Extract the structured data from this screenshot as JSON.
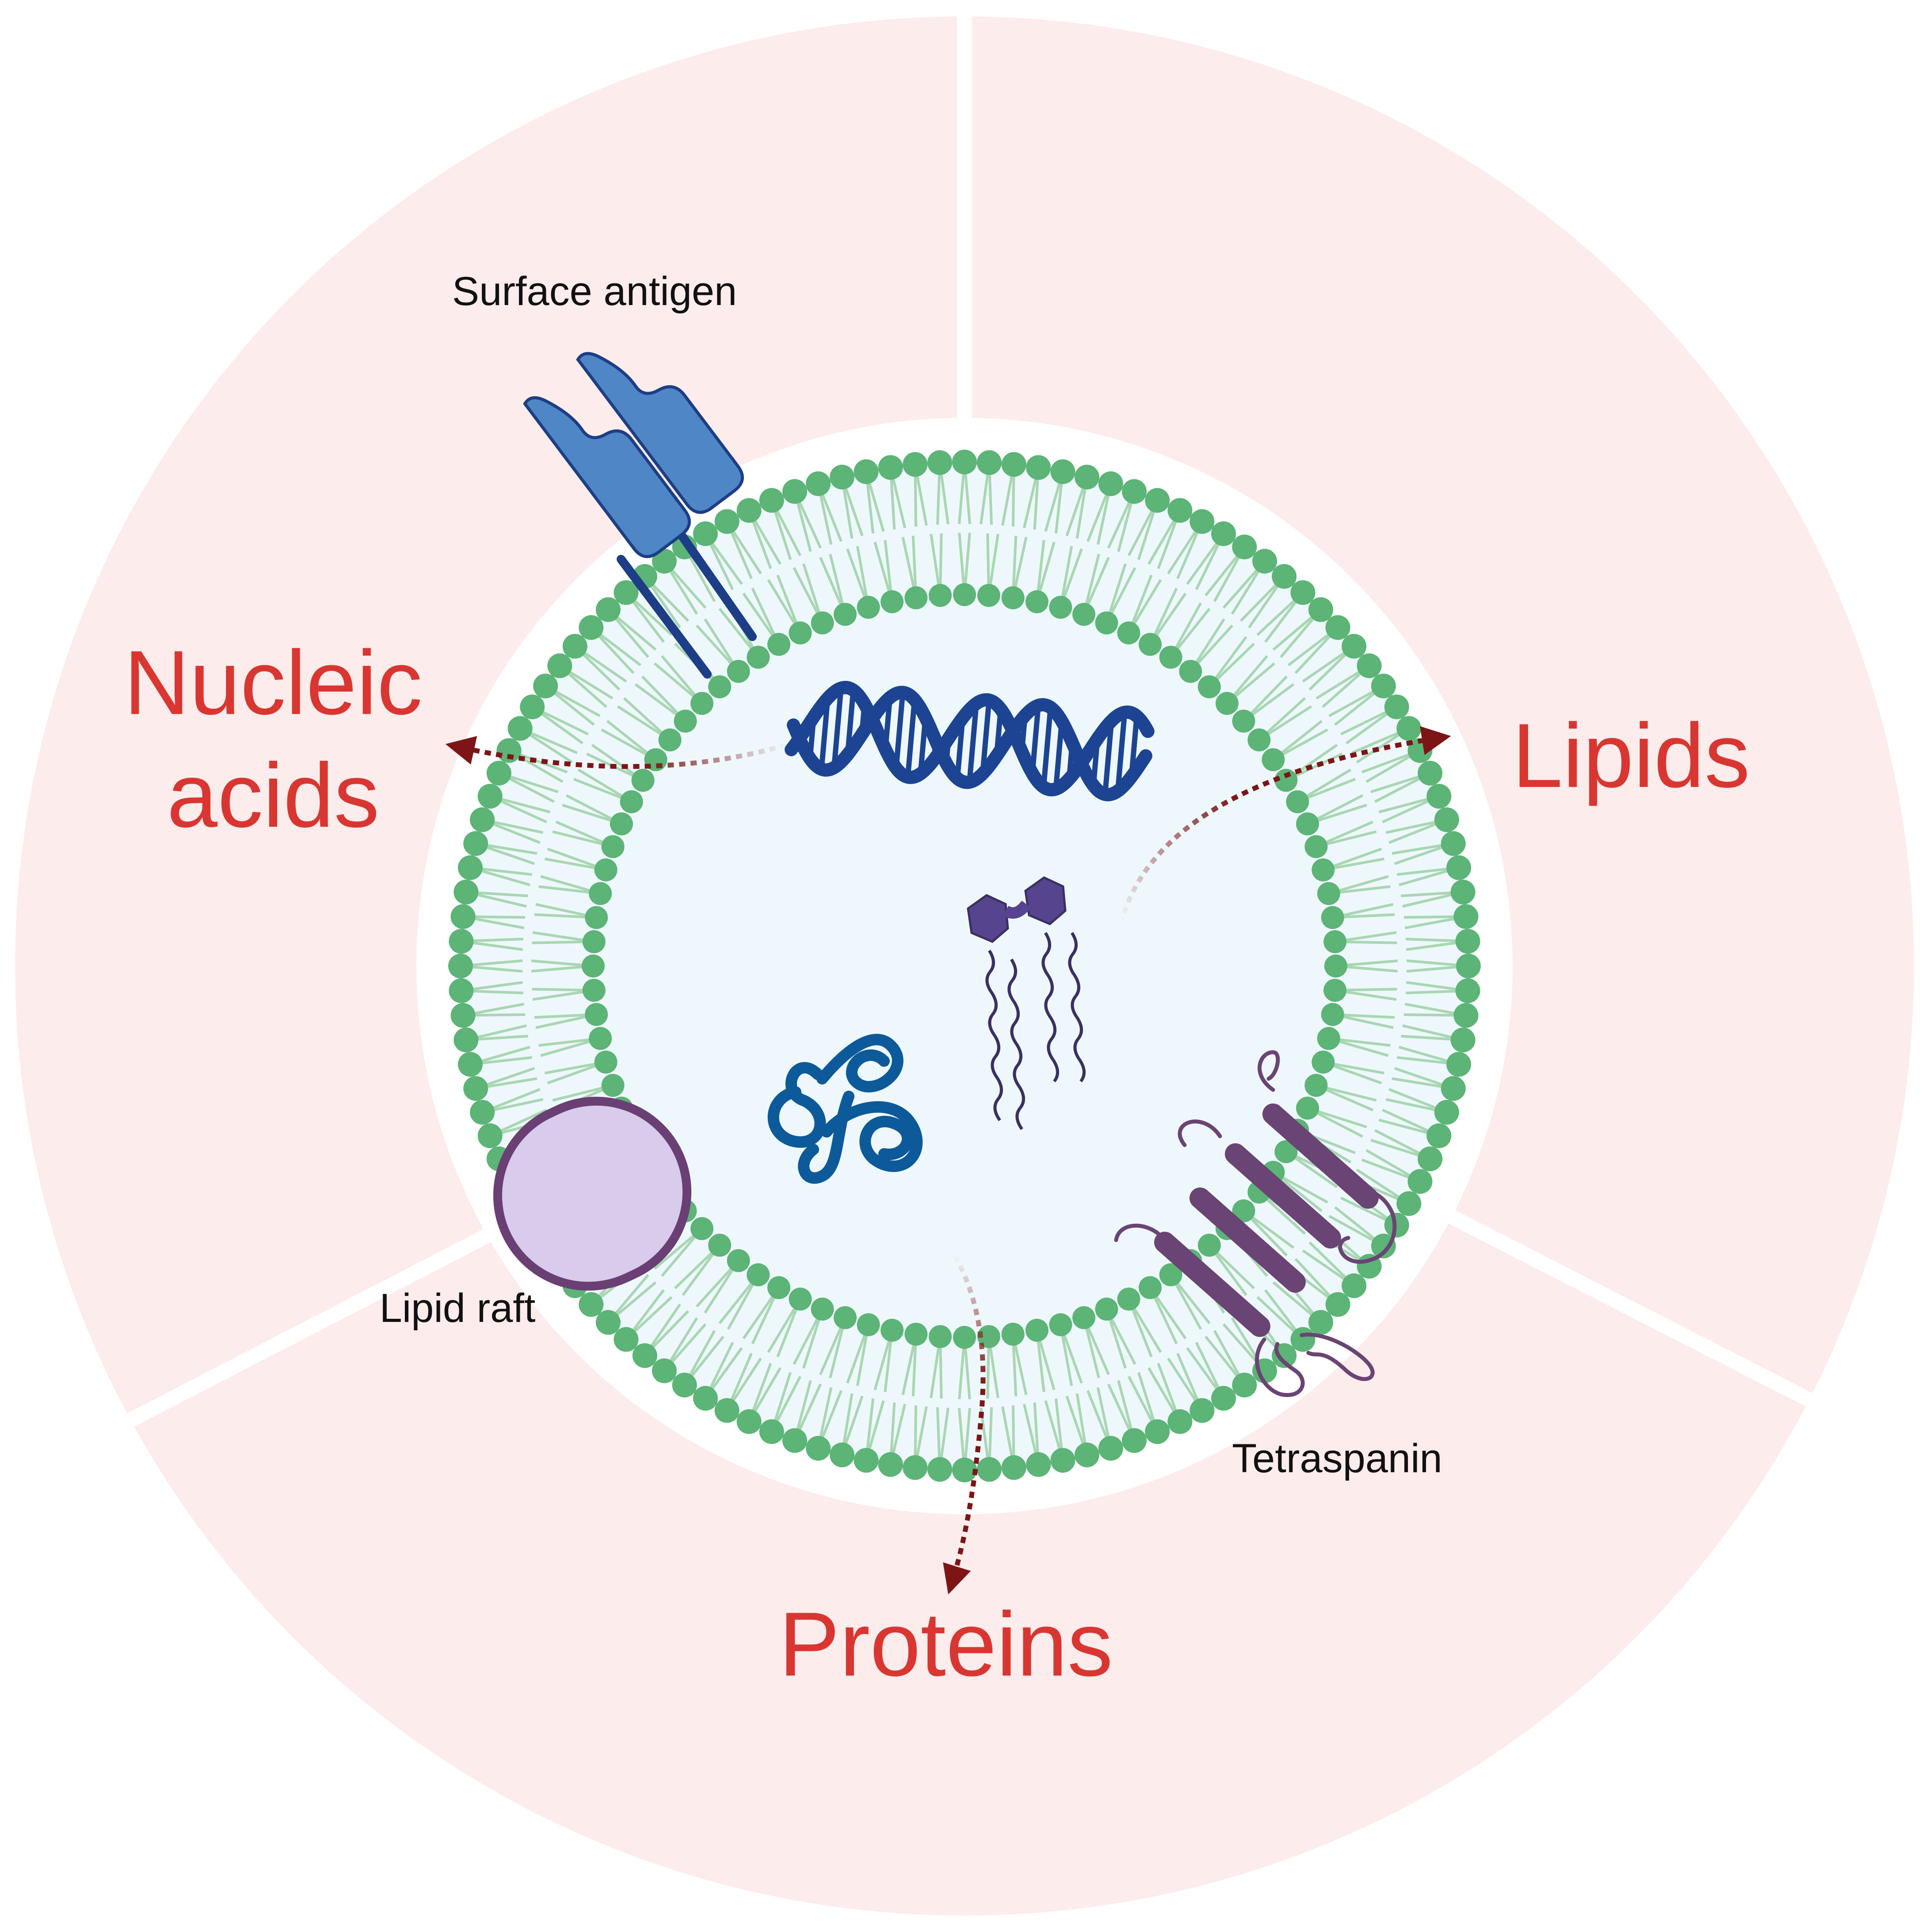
{
  "categories": {
    "nucleic_line1": "Nucleic",
    "nucleic_line2": "acids",
    "lipids": "Lipids",
    "proteins": "Proteins"
  },
  "labels": {
    "surface_antigen": "Surface antigen",
    "lipid_raft": "Lipid raft",
    "tetraspanin": "Tetraspanin"
  },
  "colors": {
    "sector_fill": "#fdecec",
    "category_text": "#d93631",
    "arrow": "#7d1516",
    "head_group": "#5cb476",
    "tail": "#a9d6b3",
    "lumen": "#eef8fc",
    "antigen": "#4f86c6",
    "antigen_stalk": "#1d3e86",
    "dna": "#1c4492",
    "protein_coil": "#0d5a9a",
    "lipid_head": "#56448f",
    "raft_fill": "#d8cbeb",
    "raft_stroke": "#6a3f74",
    "tetraspanin": "#6a4474"
  },
  "icons": [
    "dna-icon",
    "protein-coil-icon",
    "lipid-molecule-icon",
    "surface-antigen-icon",
    "lipid-raft-icon",
    "tetraspanin-icon"
  ]
}
